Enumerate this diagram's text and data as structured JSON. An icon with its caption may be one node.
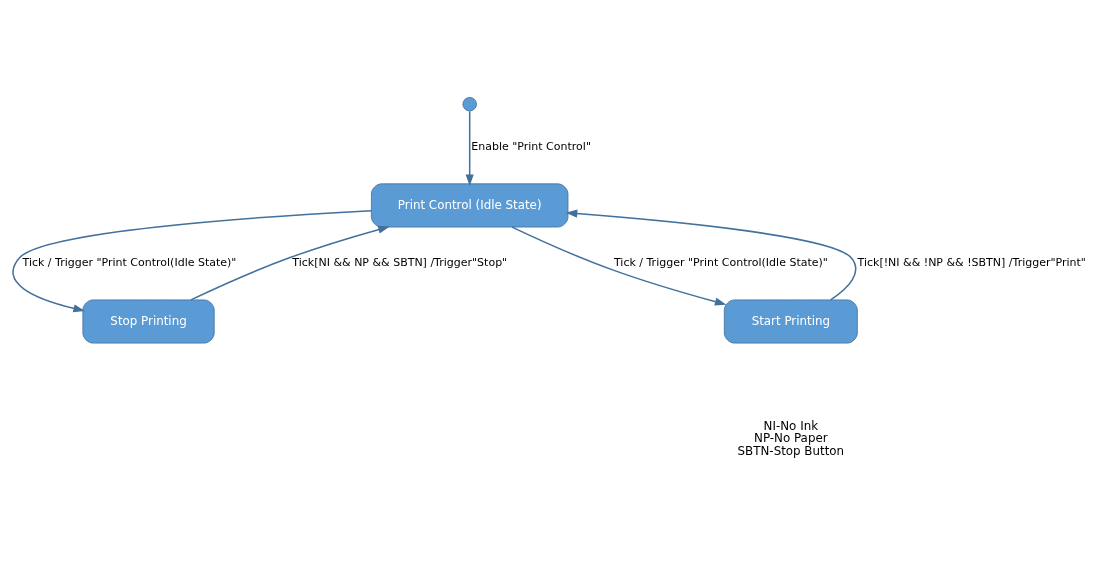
{
  "diagram": {
    "nodes": [
      {
        "text": [],
        "shape": "circle"
      },
      {
        "text": [
          "Print Control (Idle State)"
        ]
      },
      {
        "text": [
          "Stop Printing"
        ]
      },
      {
        "text": [
          "Start Printing"
        ]
      }
    ],
    "edges": [
      {
        "from": 0,
        "to": 1,
        "arrow": "to",
        "label": "Enable \"Print Control\""
      },
      {
        "from": 2,
        "to": 1,
        "arrow": "to",
        "label": "Tick[NI && NP && SBTN] /Trigger\"Stop\""
      },
      {
        "from": 1,
        "to": 2,
        "arrow": "to",
        "label": "Tick / Trigger \"Print Control(Idle State)\""
      },
      {
        "from": 1,
        "to": 3,
        "arrow": "to",
        "label": "Tick / Trigger \"Print Control(Idle State)\""
      },
      {
        "from": 3,
        "to": 1,
        "arrow": "to",
        "label": "Tick[!NI && !NP && !SBTN] /Trigger\"Print\""
      }
    ],
    "labels": [
      "NI-No Ink",
      "NP-No Paper",
      "SBTN-Stop Button"
    ]
  }
}
